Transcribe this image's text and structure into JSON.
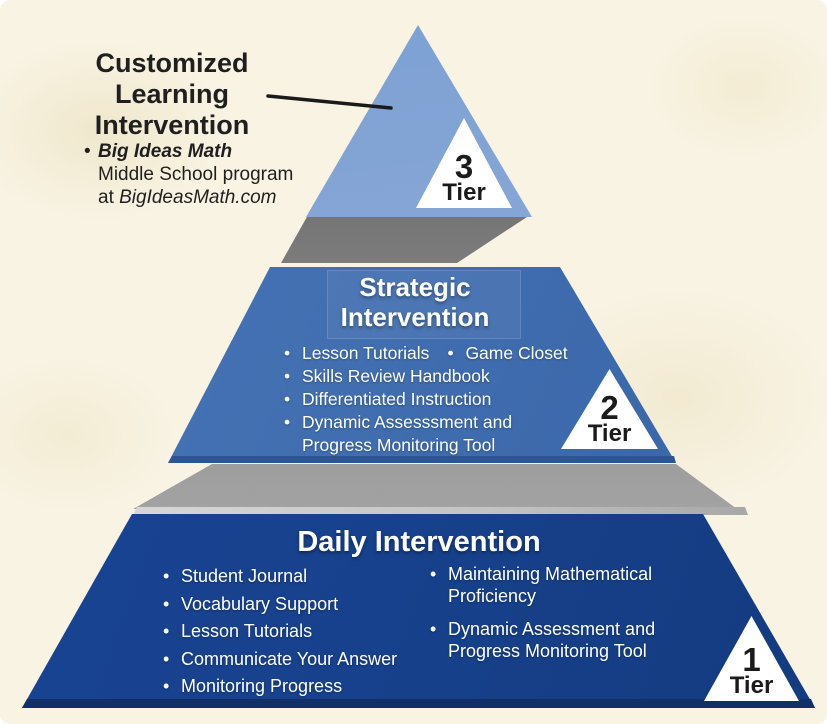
{
  "palette": {
    "background": "#f8f3e3",
    "tier3_blue_top": "#7ba0d3",
    "tier3_blue_bottom": "#7190b8",
    "tier2_blue": "#3f6cae",
    "tier2_edge": "#2b5596",
    "tier1_blue": "#17418c",
    "tier1_edge": "#122f68",
    "shadow_dark": "#5d5d5d",
    "shadow_light": "#b6b6b6",
    "badge_bg": "#ffffff",
    "heading_text": "#1f1f1f",
    "tier_text": "#ffffff"
  },
  "ui": {
    "bullet": "•"
  },
  "annotation": {
    "heading_line1": "Customized",
    "heading_line2": "Learning",
    "heading_line3": "Intervention",
    "bullet_title": "Big Ideas Math",
    "bullet_line2": "Middle School program",
    "bullet_line3_prefix": "at ",
    "bullet_line3_italic": "BigIdeasMath.com"
  },
  "tier3": {
    "badge_number": "3",
    "badge_label": "Tier"
  },
  "tier2": {
    "title_line1": "Strategic",
    "title_line2": "Intervention",
    "row1_item1": "Lesson Tutorials",
    "row1_item2": "Game Closet",
    "item2": "Skills Review Handbook",
    "item3": "Differentiated Instruction",
    "item4_line1": "Dynamic Assesssment and",
    "item4_line2": "Progress Monitoring Tool",
    "badge_number": "2",
    "badge_label": "Tier"
  },
  "tier1": {
    "title": "Daily Intervention",
    "left_items": [
      "Student Journal",
      "Vocabulary Support",
      "Lesson Tutorials",
      "Communicate Your Answer",
      "Monitoring Progress"
    ],
    "right_item1_line1": "Maintaining Mathematical",
    "right_item1_line2": "Proficiency",
    "right_item2_line1": "Dynamic Assessment and",
    "right_item2_line2": "Progress Monitoring Tool",
    "badge_number": "1",
    "badge_label": "Tier"
  }
}
